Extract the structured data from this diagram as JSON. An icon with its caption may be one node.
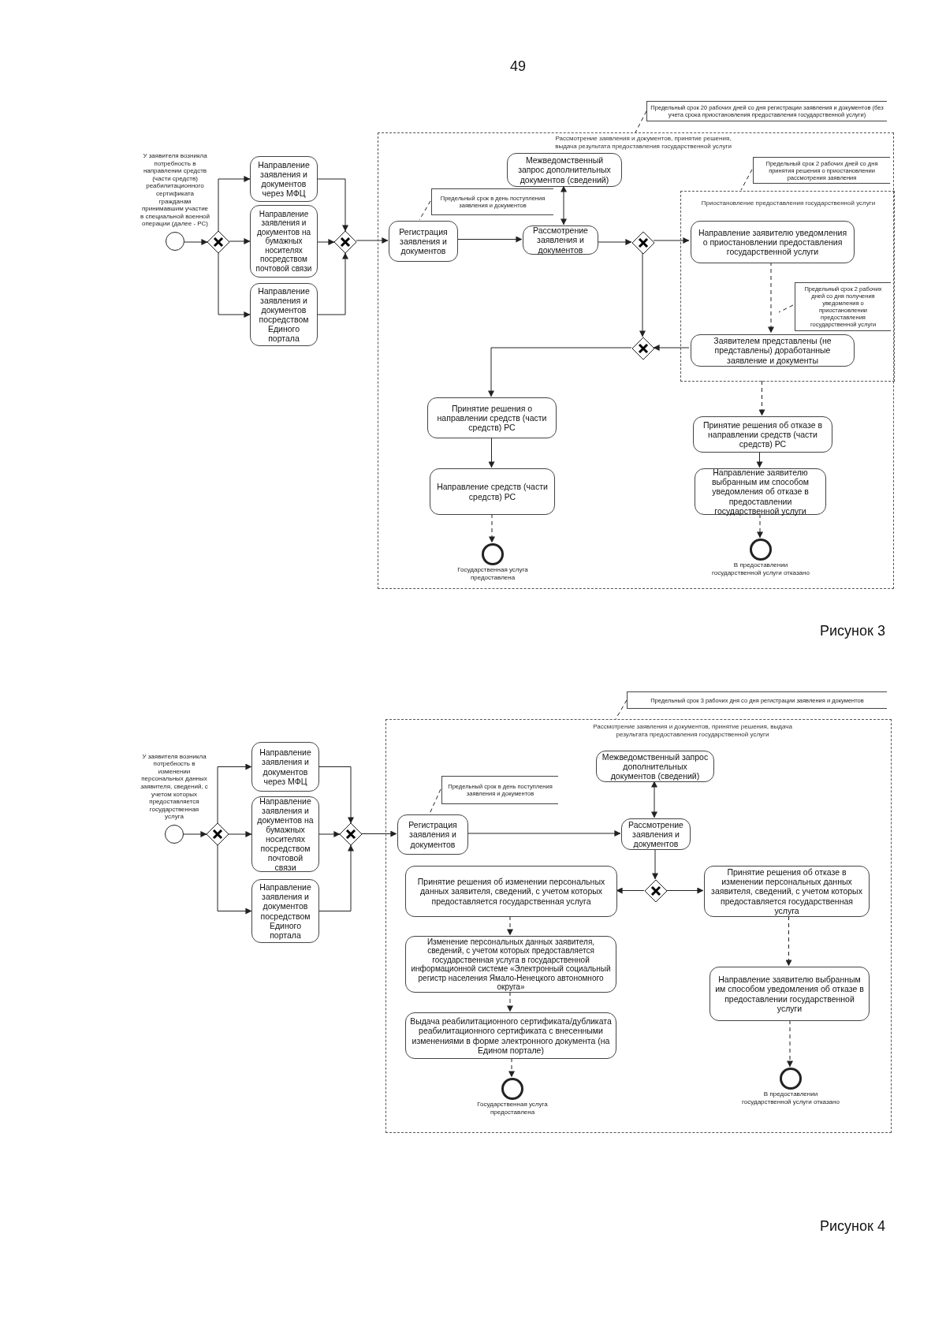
{
  "diagram": {
    "nodes": [
      {
        "text": [],
        "shape": "circle",
        "beside": [
          "У заявителя возникла потребность в направлении средств (части средств) реабилитационного сертификата гражданам принимавшим участие в специальной военной операции (далее - РС)"
        ]
      },
      {
        "text": [],
        "shape": "diamond"
      },
      {
        "text": [
          "Направление заявления и документов через МФЦ"
        ]
      },
      {
        "text": [
          "Направление заявления и документов на бумажных носителях посредством почтовой связи"
        ]
      },
      {
        "text": [
          "Направление заявления и документов посредством Единого портала"
        ]
      },
      {
        "text": [],
        "shape": "diamond"
      },
      {
        "text": [
          "Рассмотрение заявления и документов, принятие решения, выдача результата предоставления государственной услуги"
        ]
      },
      {
        "text": [
          "Регистрация заявления и документов"
        ],
        "in": 6
      },
      {
        "text": [
          "Межведомственный запрос дополнительных документов (сведений)"
        ],
        "in": 6
      },
      {
        "text": [
          "Рассмотрение заявления и документов"
        ],
        "in": 6
      },
      {
        "text": [],
        "shape": "diamond",
        "in": 6
      },
      {
        "text": [
          "Приостановление предоставления государственной услуги"
        ],
        "in": 6
      },
      {
        "text": [
          "Направление заявителю уведомления о приостановлении предоставления государственной услуги"
        ],
        "in": 11
      },
      {
        "text": [
          "Заявителем представлены (не представлены) доработанные заявление и документы"
        ],
        "in": 11
      },
      {
        "text": [],
        "shape": "diamond",
        "in": 6
      },
      {
        "text": [
          "Принятие решения о направлении средств (части средств) РС"
        ],
        "in": 6
      },
      {
        "text": [
          "Направление средств (части средств) РС"
        ],
        "in": 6
      },
      {
        "text": [],
        "shape": "circle",
        "in": 6,
        "beside": [
          "Государственная услуга предоставлена"
        ]
      },
      {
        "text": [
          "Принятие решения об отказе в направлении средств (части средств) РС"
        ],
        "in": 6
      },
      {
        "text": [
          "Направление заявителю выбранным им способом уведомления об отказе в предоставлении государственной услуги"
        ],
        "in": 6
      },
      {
        "text": [],
        "shape": "circle",
        "in": 6,
        "beside": [
          "В предоставлении государственной услуги отказано"
        ]
      },
      {
        "text": [
          "Предельный срок 20 рабочих дней со дня регистрации заявления и документов (без учета срока приостановления предоставления государственной услуги)"
        ]
      },
      {
        "text": [
          "Предельный срок в день поступления заявления и документов"
        ],
        "in": 6
      },
      {
        "text": [
          "Предельный срок 2 рабочих дней со дня принятия решения о приостановлении рассмотрения заявления"
        ],
        "in": 6
      },
      {
        "text": [
          "Предельный срок 2 рабочих дней со дня получения уведомления о приостановлении предоставления государственной услуги"
        ],
        "in": 11
      },
      {
        "text": [],
        "shape": "circle",
        "beside": [
          "У заявителя возникла потребность в изменении персональных данных заявителя, сведений, с учетом которых предоставляется государственная услуга"
        ]
      },
      {
        "text": [],
        "shape": "diamond"
      },
      {
        "text": [
          "Направление заявления и документов через МФЦ"
        ]
      },
      {
        "text": [
          "Направление заявления и документов на бумажных носителях посредством почтовой связи"
        ]
      },
      {
        "text": [
          "Направление заявления и документов посредством Единого портала"
        ]
      },
      {
        "text": [],
        "shape": "diamond"
      },
      {
        "text": [
          "Рассмотрение заявления и документов, принятие решения, выдача результата предоставления государственной услуги"
        ]
      },
      {
        "text": [
          "Регистрация заявления и документов"
        ],
        "in": 31
      },
      {
        "text": [
          "Межведомственный запрос дополнительных документов (сведений)"
        ],
        "in": 31
      },
      {
        "text": [
          "Рассмотрение заявления и документов"
        ],
        "in": 31
      },
      {
        "text": [],
        "shape": "diamond",
        "in": 31
      },
      {
        "text": [
          "Принятие решения об изменении персональных данных заявителя, сведений, с учетом которых предоставляется государственная услуга"
        ],
        "in": 31
      },
      {
        "text": [
          "Изменение персональных данных заявителя, сведений, с учетом которых предоставляется государственная услуга в государственной информационной системе «Электронный социальный регистр населения Ямало-Ненецкого автономного округа»"
        ],
        "in": 31
      },
      {
        "text": [
          "Выдача реабилитационного сертификата/дубликата реабилитационного сертификата с внесенными изменениями в форме электронного документа (на Едином портале)"
        ],
        "in": 31
      },
      {
        "text": [],
        "shape": "circle",
        "in": 31,
        "beside": [
          "Государственная услуга предоставлена"
        ]
      },
      {
        "text": [
          "Принятие решения об отказе в изменении персональных данных заявителя, сведений, с учетом которых предоставляется государственная услуга"
        ],
        "in": 31
      },
      {
        "text": [
          "Направление заявителю выбранным им способом уведомления об отказе в предоставлении государственной услуги"
        ],
        "in": 31
      },
      {
        "text": [],
        "shape": "circle",
        "in": 31,
        "beside": [
          "В предоставлении государственной услуги отказано"
        ]
      },
      {
        "text": [
          "Предельный срок 3 рабочих дня со дня регистрации заявления и документов"
        ]
      },
      {
        "text": [
          "Предельный срок в день поступления заявления и документов"
        ],
        "in": 31
      }
    ],
    "edges": [
      {
        "from": 0,
        "to": 1,
        "arrow": "to"
      },
      {
        "from": 1,
        "to": 2,
        "arrow": "to"
      },
      {
        "from": 1,
        "to": 3,
        "arrow": "to"
      },
      {
        "from": 1,
        "to": 4,
        "arrow": "to"
      },
      {
        "from": 2,
        "to": 5,
        "arrow": "to"
      },
      {
        "from": 3,
        "to": 5,
        "arrow": "to"
      },
      {
        "from": 4,
        "to": 5,
        "arrow": "to"
      },
      {
        "from": 5,
        "to": 7,
        "arrow": "to"
      },
      {
        "from": 7,
        "to": 9,
        "arrow": "to"
      },
      {
        "from": 9,
        "to": 8,
        "arrow": "both"
      },
      {
        "from": 9,
        "to": 10,
        "arrow": "to"
      },
      {
        "from": 10,
        "to": 12,
        "arrow": "to"
      },
      {
        "from": 10,
        "to": 14,
        "arrow": "to"
      },
      {
        "from": 12,
        "to": 13,
        "arrow": "to",
        "style": "dashed"
      },
      {
        "from": 13,
        "to": 14,
        "arrow": "to"
      },
      {
        "from": 14,
        "to": 15,
        "arrow": "to"
      },
      {
        "from": 15,
        "to": 16,
        "arrow": "to"
      },
      {
        "from": 16,
        "to": 17,
        "arrow": "to",
        "style": "dashed"
      },
      {
        "from": 11,
        "to": 18,
        "arrow": "to",
        "style": "dashed"
      },
      {
        "from": 18,
        "to": 19,
        "arrow": "to"
      },
      {
        "from": 19,
        "to": 20,
        "arrow": "to",
        "style": "dashed"
      },
      {
        "from": 21,
        "to": 6,
        "arrow": "none",
        "style": "dashed"
      },
      {
        "from": 22,
        "to": 7,
        "arrow": "none",
        "style": "dashed"
      },
      {
        "from": 23,
        "to": 11,
        "arrow": "none",
        "style": "dashed"
      },
      {
        "from": 24,
        "to": null,
        "arrow": "none",
        "style": "dashed"
      },
      {
        "from": 25,
        "to": 26,
        "arrow": "to"
      },
      {
        "from": 26,
        "to": 27,
        "arrow": "to"
      },
      {
        "from": 26,
        "to": 28,
        "arrow": "to"
      },
      {
        "from": 26,
        "to": 29,
        "arrow": "to"
      },
      {
        "from": 27,
        "to": 30,
        "arrow": "to"
      },
      {
        "from": 28,
        "to": 30,
        "arrow": "to"
      },
      {
        "from": 29,
        "to": 30,
        "arrow": "to"
      },
      {
        "from": 30,
        "to": 32,
        "arrow": "to"
      },
      {
        "from": 32,
        "to": 34,
        "arrow": "to"
      },
      {
        "from": 34,
        "to": 33,
        "arrow": "both"
      },
      {
        "from": 34,
        "to": 35,
        "arrow": "to"
      },
      {
        "from": 35,
        "to": 36,
        "arrow": "to"
      },
      {
        "from": 35,
        "to": 40,
        "arrow": "to"
      },
      {
        "from": 36,
        "to": 37,
        "arrow": "to",
        "style": "dashed"
      },
      {
        "from": 37,
        "to": 38,
        "arrow": "to",
        "style": "dashed"
      },
      {
        "from": 38,
        "to": 39,
        "arrow": "to",
        "style": "dashed"
      },
      {
        "from": 40,
        "to": 41,
        "arrow": "to",
        "style": "dashed"
      },
      {
        "from": 41,
        "to": 42,
        "arrow": "to",
        "style": "dashed"
      },
      {
        "from": 43,
        "to": 31,
        "arrow": "none",
        "style": "dashed"
      },
      {
        "from": 44,
        "to": 32,
        "arrow": "none",
        "style": "dashed"
      }
    ],
    "labels": [
      "49",
      "Рисунок 3",
      "Рисунок 4"
    ]
  }
}
